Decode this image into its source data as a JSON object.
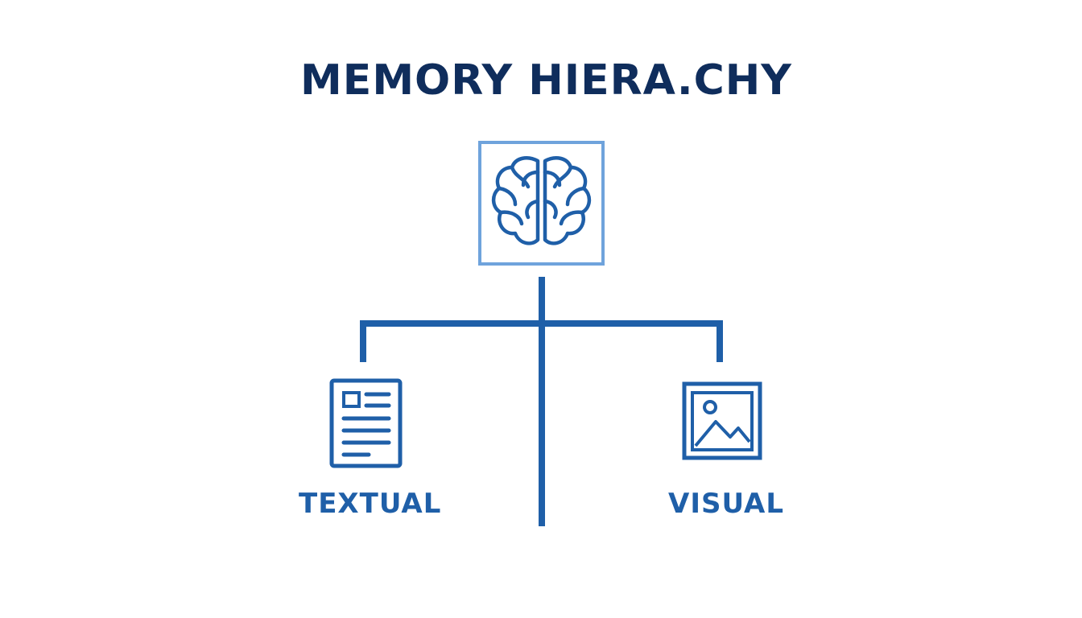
{
  "title": "MEMORY HIERA.CHY",
  "nodes": {
    "root": {
      "icon": "brain-icon"
    },
    "left": {
      "icon": "document-icon",
      "label": "TEXTUAL"
    },
    "right": {
      "icon": "image-icon",
      "label": "VISUAL"
    }
  },
  "colors": {
    "title": "#0f2d5c",
    "accent": "#1f5fa8",
    "frame": "#6fa3dc"
  }
}
